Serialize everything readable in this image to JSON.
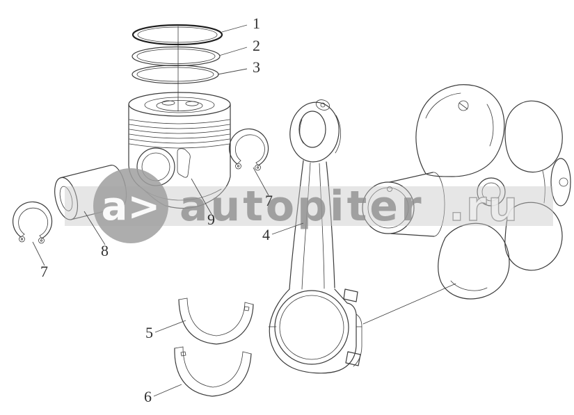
{
  "page": {
    "background": "#ffffff",
    "line_color": "#3a3a3a"
  },
  "diagram": {
    "type": "exploded-parts-drawing",
    "callouts": [
      {
        "label": "1"
      },
      {
        "label": "2"
      },
      {
        "label": "3"
      },
      {
        "label": "4"
      },
      {
        "label": "5"
      },
      {
        "label": "6"
      },
      {
        "label": "7"
      },
      {
        "label": "7"
      },
      {
        "label": "8"
      },
      {
        "label": "9"
      }
    ],
    "watermark": {
      "logo_text": "a>",
      "text_main": "autopiter",
      "text_suffix": ".ru",
      "band_color": "#c7c7c7",
      "text_color": "#9a9a9a"
    }
  }
}
